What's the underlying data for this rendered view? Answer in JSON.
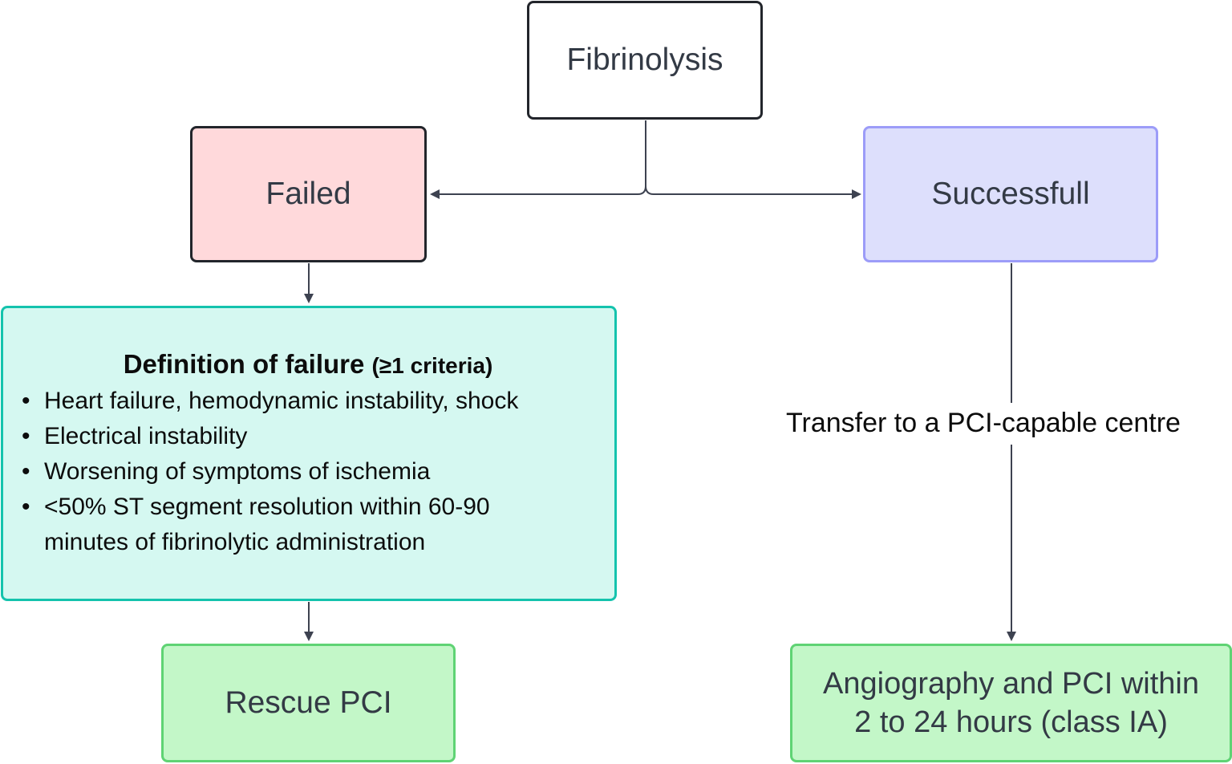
{
  "nodes": {
    "fibrinolysis": "Fibrinolysis",
    "failed": "Failed",
    "successful": "Successfull",
    "rescue_pci": "Rescue PCI",
    "angiography_line1": "Angiography and PCI within",
    "angiography_line2": "2 to 24 hours (class IA)"
  },
  "criteria": {
    "title_main": "Definition of failure",
    "title_paren": "(≥1 criteria)",
    "bullet_symbol": "•",
    "items": [
      "Heart failure, hemodynamic instability, shock",
      "Electrical instability",
      "Worsening of symptoms of ischemia",
      "<50% ST segment resolution within 60-90 minutes of fibrinolytic administration"
    ]
  },
  "edges": {
    "transfer_label": "Transfer to a PCI-capable centre"
  },
  "colors": {
    "failed_fill": "#ffd9db",
    "successful_fill": "#dddffc",
    "successful_border": "#9c9cf8",
    "criteria_fill": "#d5f8f1",
    "criteria_border": "#14c3ad",
    "outcome_fill": "#c3f7c8",
    "outcome_border": "#5fd374",
    "connector": "#3d4250"
  }
}
